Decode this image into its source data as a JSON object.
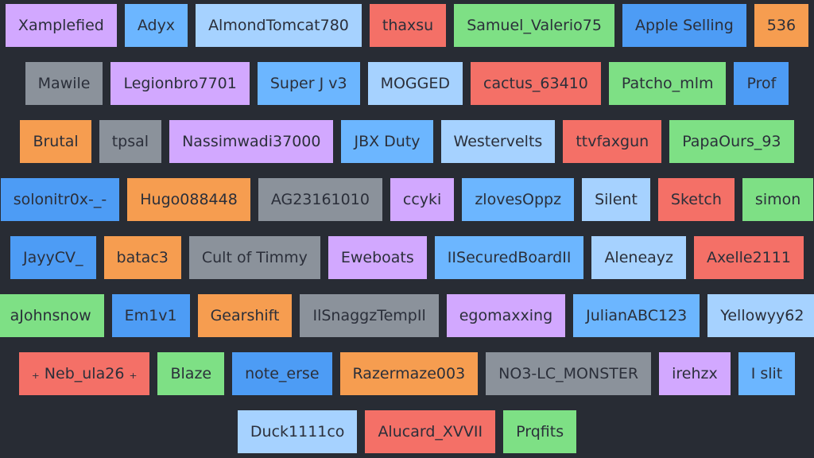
{
  "tag_rows": [
    [
      {
        "label": "Xamplefied",
        "color": "purple"
      },
      {
        "label": "Adyx",
        "color": "blue"
      },
      {
        "label": "AlmondTomcat780",
        "color": "lblue"
      },
      {
        "label": "thaxsu",
        "color": "red"
      },
      {
        "label": "Samuel_Valerio75",
        "color": "green"
      },
      {
        "label": "Apple Selling",
        "color": "dblue"
      },
      {
        "label": "536",
        "color": "orange"
      }
    ],
    [
      {
        "label": "Mawile",
        "color": "gray"
      },
      {
        "label": "Legionbro7701",
        "color": "purple"
      },
      {
        "label": "Super J v3",
        "color": "blue"
      },
      {
        "label": "MOGGED",
        "color": "lblue"
      },
      {
        "label": "cactus_63410",
        "color": "red"
      },
      {
        "label": "Patcho_mlm",
        "color": "green"
      },
      {
        "label": "Prof",
        "color": "dblue"
      }
    ],
    [
      {
        "label": "Brutal",
        "color": "orange"
      },
      {
        "label": "tpsal",
        "color": "gray"
      },
      {
        "label": "Nassimwadi37000",
        "color": "purple"
      },
      {
        "label": "JBX Duty",
        "color": "blue"
      },
      {
        "label": "Westervelts",
        "color": "lblue"
      },
      {
        "label": "ttvfaxgun",
        "color": "red"
      },
      {
        "label": "PapaOurs_93",
        "color": "green"
      }
    ],
    [
      {
        "label": "solonitr0x-_-",
        "color": "dblue"
      },
      {
        "label": "Hugo088448",
        "color": "orange"
      },
      {
        "label": "AG23161010",
        "color": "gray"
      },
      {
        "label": "ccyki",
        "color": "purple"
      },
      {
        "label": "zlovesOppz",
        "color": "blue"
      },
      {
        "label": "Silent",
        "color": "lblue"
      },
      {
        "label": "Sketch",
        "color": "red"
      },
      {
        "label": "simon",
        "color": "green"
      }
    ],
    [
      {
        "label": "JayyCV_",
        "color": "dblue"
      },
      {
        "label": "batac3",
        "color": "orange"
      },
      {
        "label": "Cult of Timmy",
        "color": "gray"
      },
      {
        "label": "Eweboats",
        "color": "purple"
      },
      {
        "label": "IISecuredBoardII",
        "color": "blue"
      },
      {
        "label": "Aleneayz",
        "color": "lblue"
      },
      {
        "label": "Axelle2111",
        "color": "red"
      }
    ],
    [
      {
        "label": "aJohnsnow",
        "color": "green"
      },
      {
        "label": "Em1v1",
        "color": "dblue"
      },
      {
        "label": "Gearshift",
        "color": "orange"
      },
      {
        "label": "IlSnaggzTempIl",
        "color": "gray"
      },
      {
        "label": "egomaxxing",
        "color": "purple"
      },
      {
        "label": "JulianABC123",
        "color": "blue"
      },
      {
        "label": "Yellowyy62",
        "color": "lblue"
      }
    ],
    [
      {
        "label": "₊ Neb_ula26 ₊",
        "color": "red"
      },
      {
        "label": "Blaze",
        "color": "green"
      },
      {
        "label": "note_erse",
        "color": "dblue"
      },
      {
        "label": "Razermaze003",
        "color": "orange"
      },
      {
        "label": "NO3-LC_MONSTER",
        "color": "gray"
      },
      {
        "label": "irehzx",
        "color": "purple"
      },
      {
        "label": "I slit",
        "color": "blue"
      }
    ],
    [
      {
        "label": "Duck1111co",
        "color": "lblue"
      },
      {
        "label": "Alucard_XVVII",
        "color": "red"
      },
      {
        "label": "Prqfits",
        "color": "green"
      }
    ]
  ],
  "palette": {
    "purple": "#d2a8ff",
    "blue": "#6cb6ff",
    "lblue": "#a6d2ff",
    "red": "#f47067",
    "green": "#7ee085",
    "dblue": "#4d9cf5",
    "orange": "#f69d50",
    "gray": "#8b929b",
    "background": "#282c34",
    "text": "#2b2f3a"
  }
}
